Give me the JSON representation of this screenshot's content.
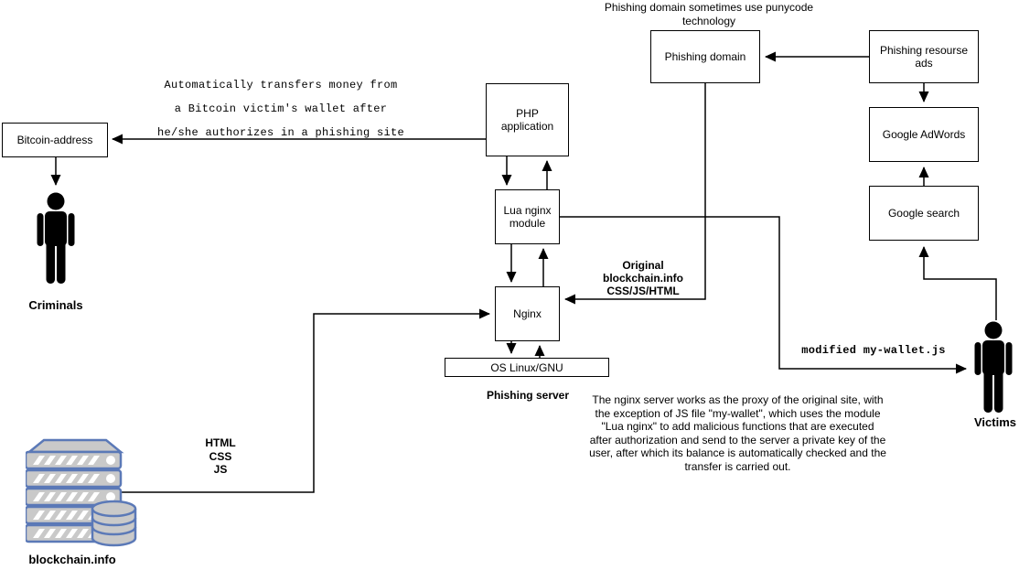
{
  "nodes": {
    "bitcoin_address": "Bitcoin-address",
    "php_application": "PHP application",
    "lua_nginx_module": "Lua nginx module",
    "nginx": "Nginx",
    "os_linux_gnu": "OS Linux/GNU",
    "phishing_domain": "Phishing domain",
    "phishing_resource_ads": "Phishing resourse ads",
    "google_adwords": "Google AdWords",
    "google_search": "Google search"
  },
  "figures": {
    "criminals_label": "Criminals",
    "victims_label": "Victims",
    "blockchain_label": "blockchain.info"
  },
  "annotations": {
    "punycode_note": "Phishing domain sometimes use punycode\ntechnology",
    "transfer_note": "Automatically transfers money from\na Bitcoin victim's wallet after\nhe/she authorizes in a phishing site",
    "original_content_label": "Original\nblockchain.info\nCSS/JS/HTML",
    "modified_wallet_label": "modified my-wallet.js",
    "html_css_js_label": "HTML\nCSS\nJS",
    "phishing_server_label": "Phishing server",
    "nginx_note": "The nginx server works as the proxy of the original site, with the exception of JS file \"my-wallet\", which uses the module \"Lua nginx\" to add malicious functions that are executed after authorization and send to the server a private key of the user, after which its balance is automatically checked and the transfer is carried out."
  },
  "colors": {
    "line": "#000000",
    "box_border": "#000000",
    "box_fill": "#ffffff",
    "figure_fill": "#000000",
    "server_stroke": "#5b79b7",
    "server_fill": "#c9c9c9"
  }
}
